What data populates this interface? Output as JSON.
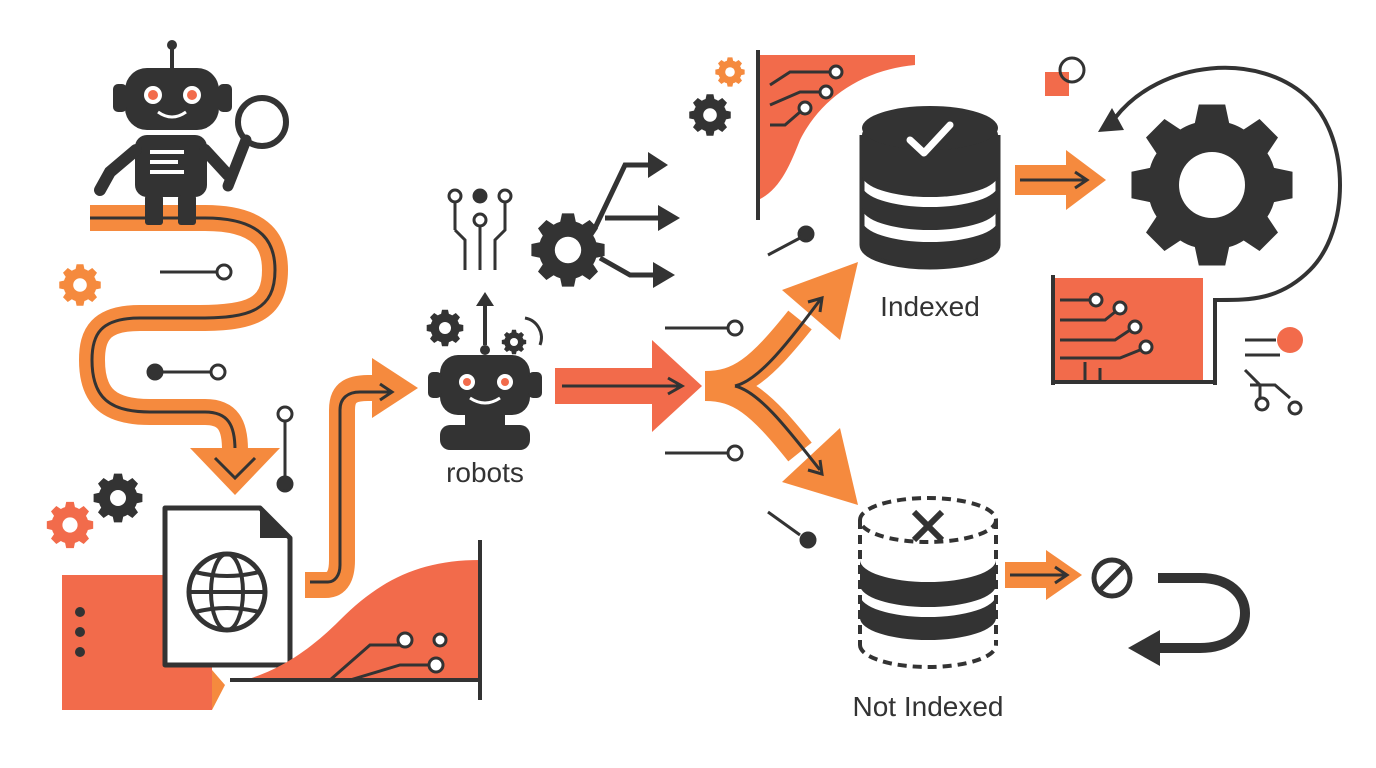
{
  "labels": {
    "robots": "robots",
    "indexed": "Indexed",
    "not_indexed": "Not Indexed"
  },
  "colors": {
    "accent_orange": "#F58A3E",
    "accent_red": "#F26B4B",
    "dark": "#333333",
    "background": "#FFFFFF"
  },
  "icons": [
    "crawler-robot-icon",
    "magnifier-icon",
    "webpage-globe-icon",
    "robots-txt-robot-icon",
    "gear-icon",
    "branching-arrows-icon",
    "circuit-icon",
    "database-check-icon",
    "database-x-icon",
    "blocked-icon",
    "return-arrow-icon",
    "cycle-arrow-icon"
  ]
}
